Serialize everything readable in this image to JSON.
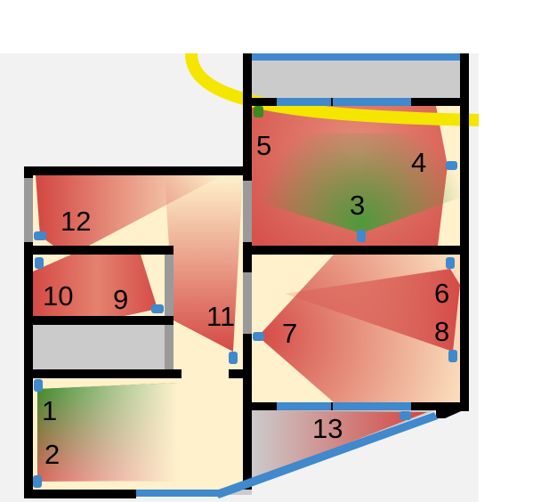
{
  "colors": {
    "background": "#f2f2f2",
    "wall": "#000000",
    "floor": "#fff1cc",
    "storage": "#cbcbcb",
    "wall_window_gray": "#9a9a9a",
    "window": "#3f89cc",
    "camera": "#3f89cc",
    "camera_active": "#3a8a1e",
    "coverage_strong": "#d44a45",
    "coverage_good": "#4f9a3a",
    "path": "#f5e600"
  },
  "zones": [
    {
      "label": "1"
    },
    {
      "label": "2"
    },
    {
      "label": "3"
    },
    {
      "label": "4"
    },
    {
      "label": "5"
    },
    {
      "label": "6"
    },
    {
      "label": "7"
    },
    {
      "label": "8"
    },
    {
      "label": "9"
    },
    {
      "label": "10"
    },
    {
      "label": "11"
    },
    {
      "label": "12"
    },
    {
      "label": "13"
    }
  ]
}
